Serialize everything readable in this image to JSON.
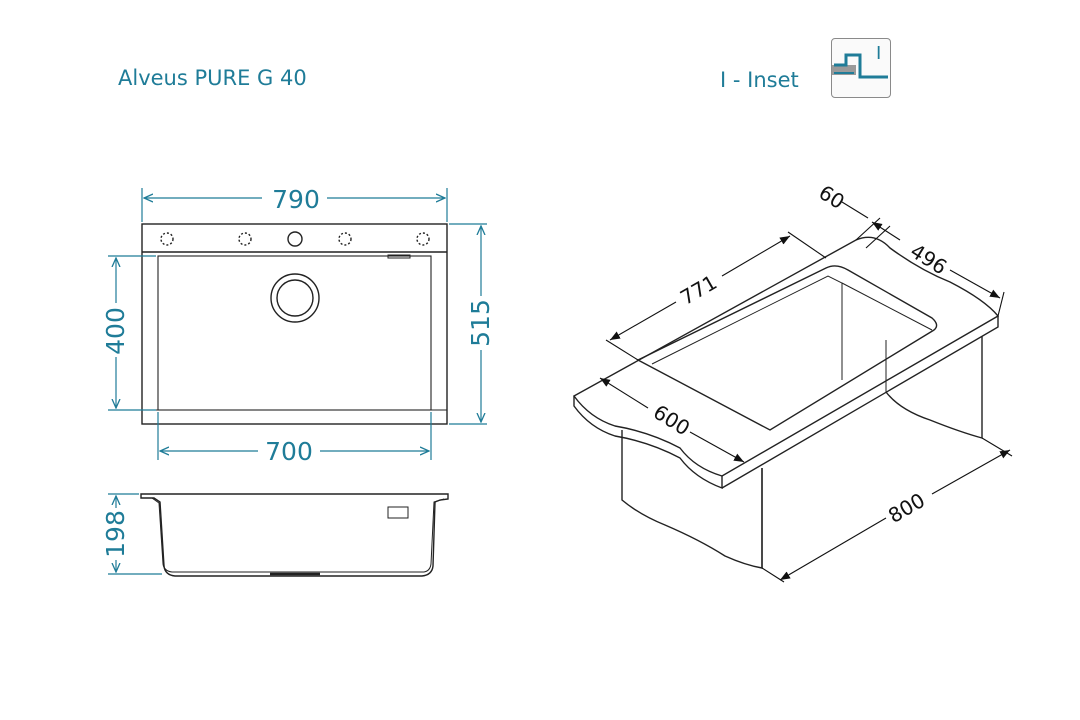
{
  "header": {
    "product_title": "Alveus PURE G 40",
    "mounting_label": "I - Inset",
    "mounting_icon_letter": "I",
    "mounting_icon": "inset-mount-icon"
  },
  "colors": {
    "accent": "#1f7c98",
    "line": "#222222"
  },
  "dimensions": {
    "top_view": {
      "overall_width": "790",
      "bowl_width": "700",
      "bowl_depth": "400",
      "overall_depth": "515"
    },
    "side_view": {
      "height": "198"
    },
    "cutout_view": {
      "edge": "60",
      "cut_depth": "496",
      "cut_width": "771",
      "min_cabinet_depth": "600",
      "cabinet_width": "800"
    }
  }
}
